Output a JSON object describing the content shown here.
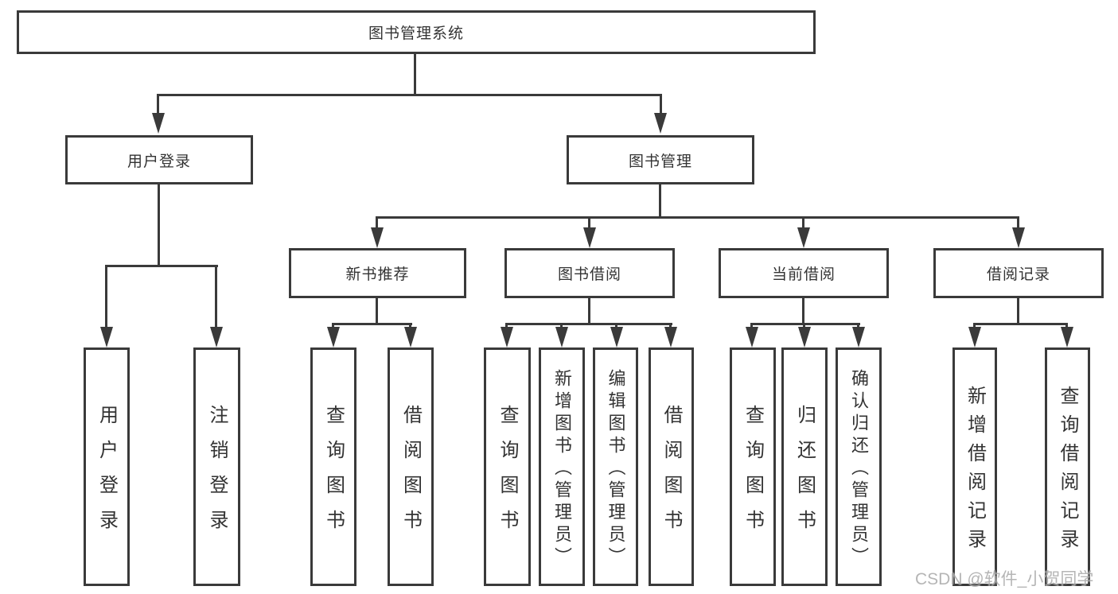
{
  "diagram": {
    "root": {
      "label": "图书管理系统"
    },
    "branches": [
      {
        "label": "用户登录",
        "children": [
          {
            "label": "用户登录"
          },
          {
            "label": "注销登录"
          }
        ]
      },
      {
        "label": "图书管理",
        "children": [
          {
            "label": "新书推荐",
            "children": [
              {
                "label": "查询图书"
              },
              {
                "label": "借阅图书"
              }
            ]
          },
          {
            "label": "图书借阅",
            "children": [
              {
                "label": "查询图书"
              },
              {
                "label": "新增图书（管理员）"
              },
              {
                "label": "编辑图书（管理员）"
              },
              {
                "label": "借阅图书"
              }
            ]
          },
          {
            "label": "当前借阅",
            "children": [
              {
                "label": "查询图书"
              },
              {
                "label": "归还图书"
              },
              {
                "label": "确认归还（管理员）"
              }
            ]
          },
          {
            "label": "借阅记录",
            "children": [
              {
                "label": "新增借阅记录"
              },
              {
                "label": "查询借阅记录"
              }
            ]
          }
        ]
      }
    ]
  },
  "watermark": {
    "text": "CSDN @软件_小贺同学"
  },
  "colors": {
    "line": "#3a3a3a",
    "box_bg": "#ffffff",
    "text": "#333333",
    "watermark": "#a9a9a9"
  }
}
